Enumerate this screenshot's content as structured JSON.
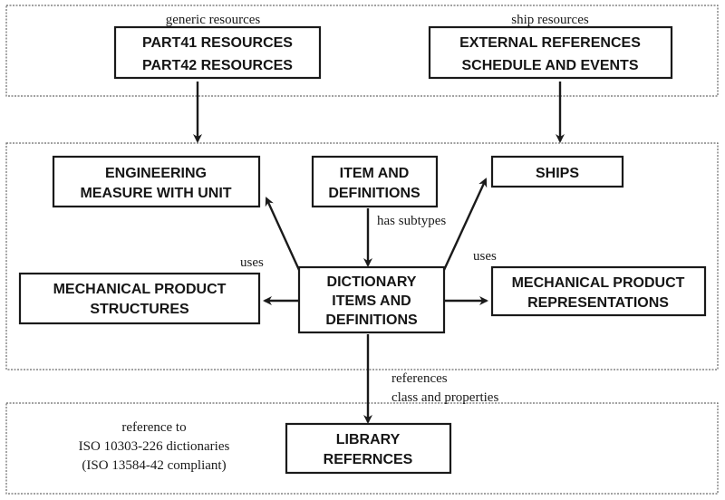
{
  "diagram": {
    "groups": [
      {
        "id": "resources",
        "captions": [
          "generic resources",
          "ship resources"
        ]
      },
      {
        "id": "core"
      },
      {
        "id": "library",
        "note": [
          "reference to",
          "ISO 10303-226 dictionaries",
          "(ISO 13584-42 compliant)"
        ]
      }
    ],
    "nodes": {
      "part_resources": {
        "lines": [
          "PART41 RESOURCES",
          "PART42 RESOURCES"
        ]
      },
      "external_refs": {
        "lines": [
          "EXTERNAL REFERENCES",
          "SCHEDULE AND EVENTS"
        ]
      },
      "engineering_measure": {
        "lines": [
          "ENGINEERING",
          "MEASURE WITH UNIT"
        ]
      },
      "item_definitions": {
        "lines": [
          "ITEM AND",
          "DEFINITIONS"
        ]
      },
      "ships": {
        "lines": [
          "SHIPS"
        ]
      },
      "dictionary_items": {
        "lines": [
          "DICTIONARY",
          "ITEMS AND",
          "DEFINITIONS"
        ]
      },
      "mech_structures": {
        "lines": [
          "MECHANICAL PRODUCT",
          "STRUCTURES"
        ]
      },
      "mech_representations": {
        "lines": [
          "MECHANICAL PRODUCT",
          "REPRESENTATIONS"
        ]
      },
      "library_references": {
        "lines": [
          "LIBRARY",
          "REFERNCES"
        ]
      }
    },
    "edges": [
      {
        "from": "part_resources",
        "to": "core",
        "label": ""
      },
      {
        "from": "external_refs",
        "to": "core",
        "label": ""
      },
      {
        "from": "item_definitions",
        "to": "dictionary_items",
        "label": "has subtypes"
      },
      {
        "from": "dictionary_items",
        "to": "engineering_measure",
        "label": "uses"
      },
      {
        "from": "dictionary_items",
        "to": "mech_structures",
        "label": ""
      },
      {
        "from": "dictionary_items",
        "to": "ships",
        "label": "uses"
      },
      {
        "from": "dictionary_items",
        "to": "mech_representations",
        "label": ""
      },
      {
        "from": "dictionary_items",
        "to": "library_references",
        "label_lines": [
          "references",
          "class and properties"
        ]
      }
    ]
  }
}
